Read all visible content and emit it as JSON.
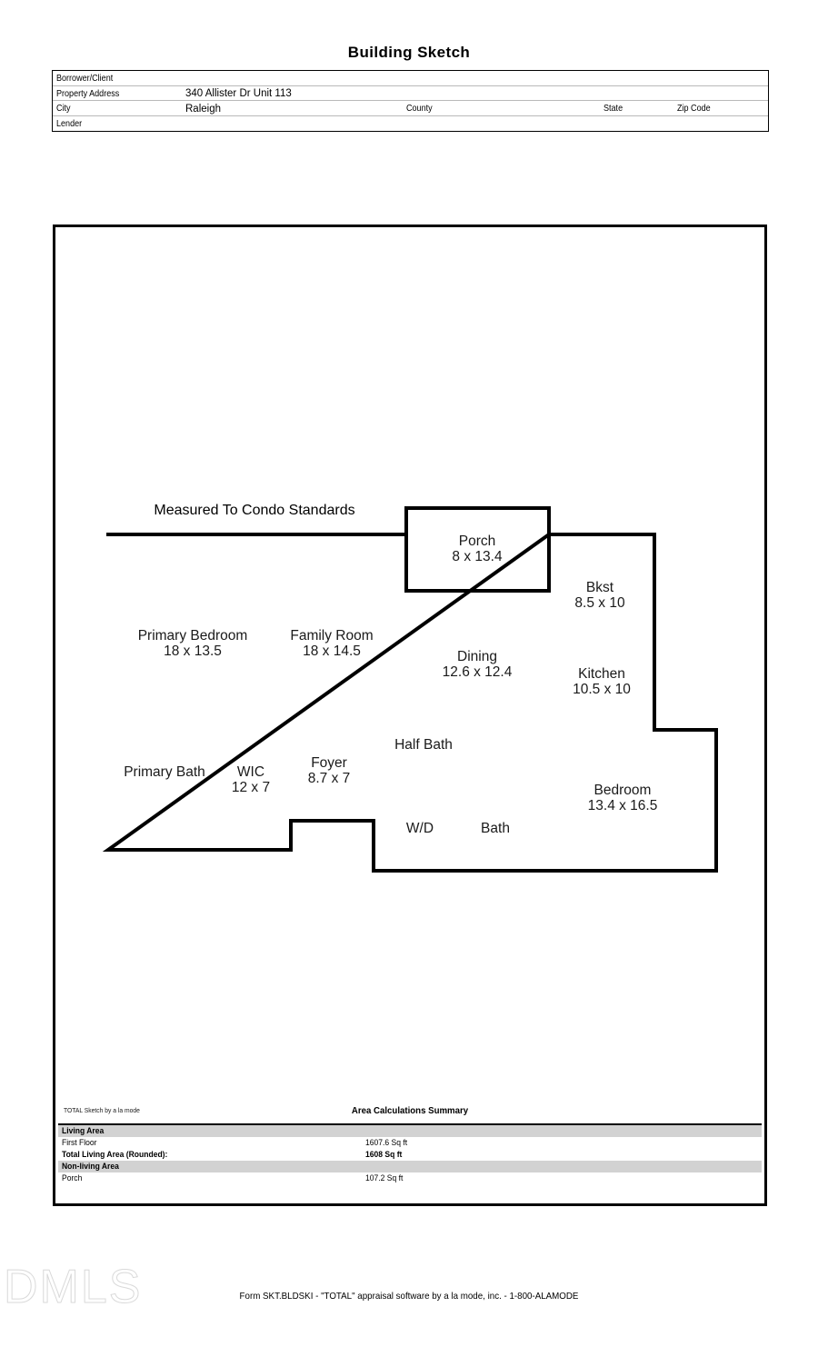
{
  "document": {
    "title": "Building Sketch",
    "form_footer": "Form SKT.BLDSKI - \"TOTAL\" appraisal software by a la mode, inc. - 1-800-ALAMODE",
    "watermark": "DMLS"
  },
  "header": {
    "rows": [
      {
        "label": "Borrower/Client",
        "value": ""
      },
      {
        "label": "Property Address",
        "value": "340 Allister Dr Unit 113"
      },
      {
        "label": "City",
        "value": "Raleigh"
      },
      {
        "label": "Lender",
        "value": ""
      }
    ],
    "city_row_labels": {
      "county": "County",
      "state": "State",
      "zip": "Zip Code"
    }
  },
  "sketch": {
    "note": "Measured To Condo Standards",
    "rooms": [
      {
        "name": "Primary Bedroom",
        "dimensions": "18 x 13.5"
      },
      {
        "name": "Family Room",
        "dimensions": "18 x 14.5"
      },
      {
        "name": "Porch",
        "dimensions": "8 x 13.4"
      },
      {
        "name": "Bkst",
        "dimensions": "8.5 x 10"
      },
      {
        "name": "Dining",
        "dimensions": "12.6 x 12.4"
      },
      {
        "name": "Kitchen",
        "dimensions": "10.5 x 10"
      },
      {
        "name": "Half Bath",
        "dimensions": ""
      },
      {
        "name": "Primary Bath",
        "dimensions": ""
      },
      {
        "name": "WIC",
        "dimensions": "12 x 7"
      },
      {
        "name": "Foyer",
        "dimensions": "8.7 x 7"
      },
      {
        "name": "Bedroom",
        "dimensions": "13.4 x 16.5"
      },
      {
        "name": "W/D",
        "dimensions": ""
      },
      {
        "name": "Bath",
        "dimensions": ""
      }
    ]
  },
  "area_summary": {
    "credit": "TOTAL Sketch by a la mode",
    "title": "Area Calculations Summary",
    "rows": [
      {
        "label": "Living Area",
        "value": "",
        "type": "band"
      },
      {
        "label": "First Floor",
        "value": "1607.6 Sq ft",
        "type": "normal"
      },
      {
        "label": "Total Living Area (Rounded):",
        "value": "1608 Sq ft",
        "type": "bold"
      },
      {
        "label": "Non-living Area",
        "value": "",
        "type": "band"
      },
      {
        "label": "Porch",
        "value": "107.2 Sq ft",
        "type": "normal"
      }
    ]
  }
}
